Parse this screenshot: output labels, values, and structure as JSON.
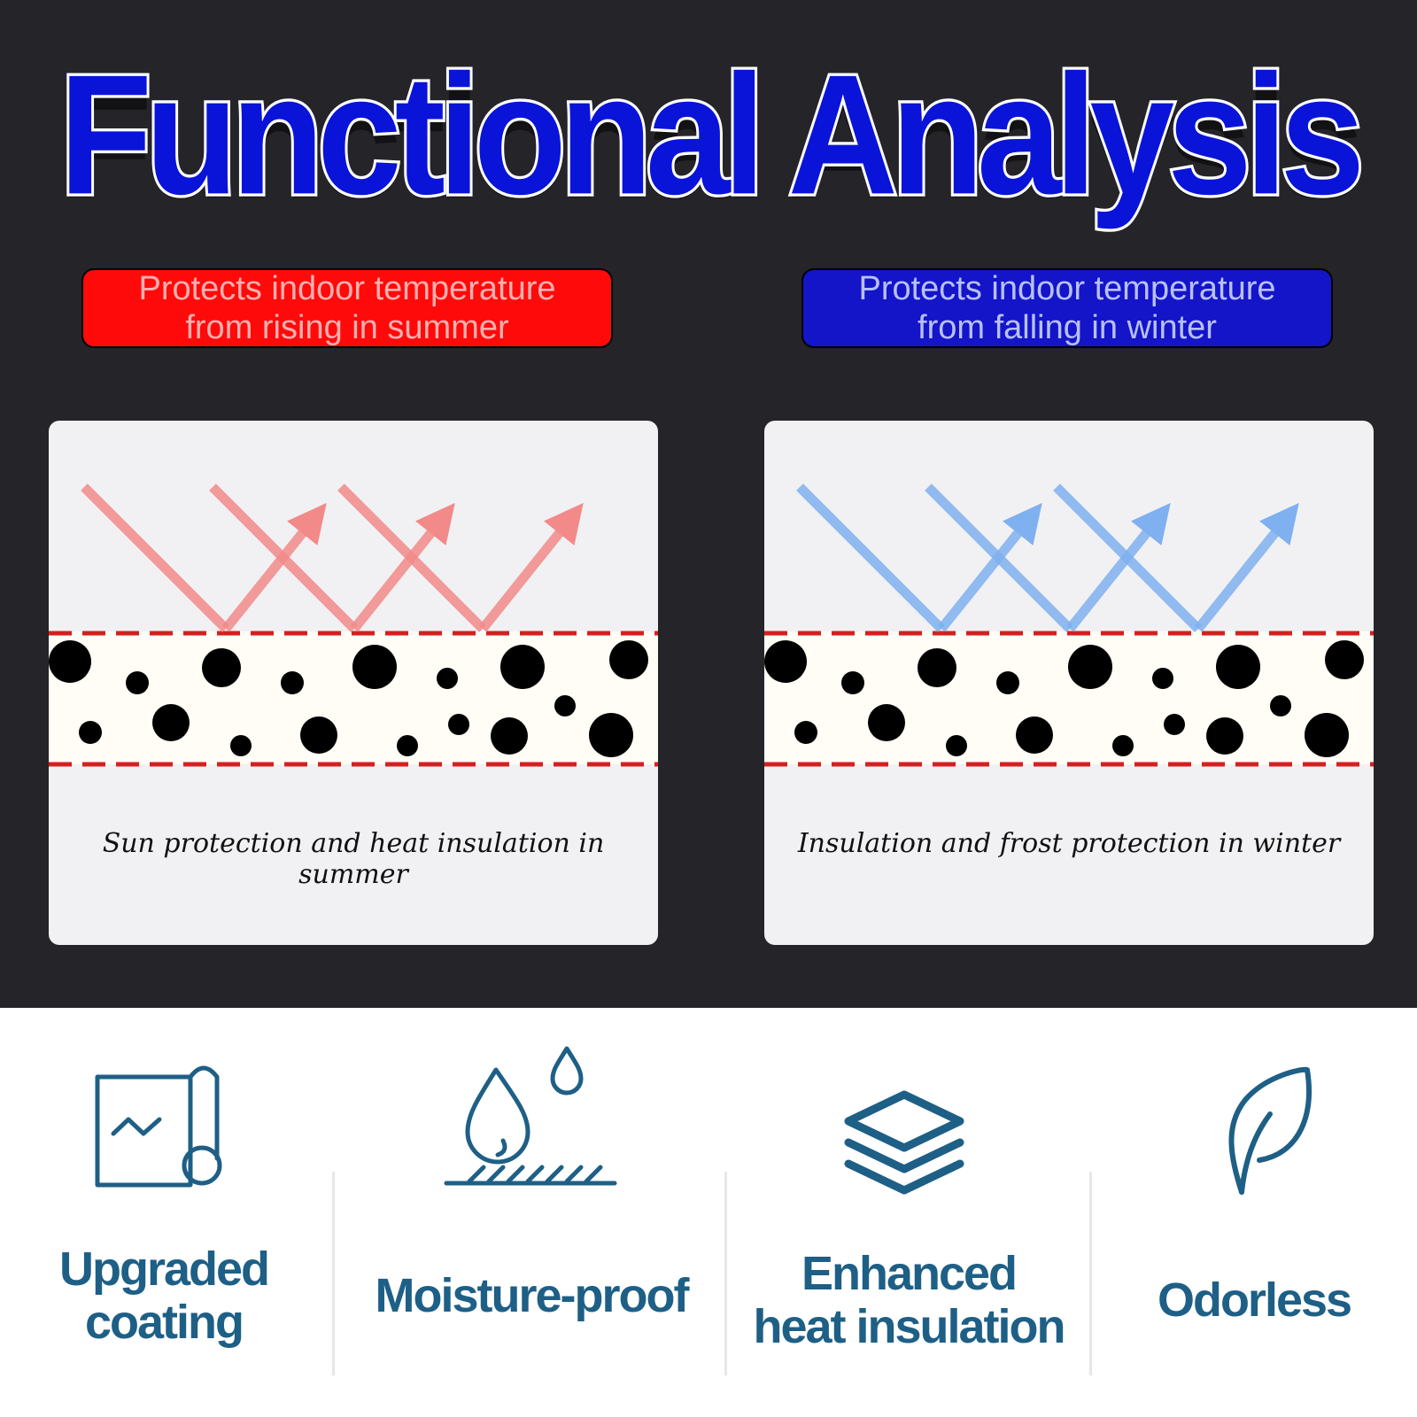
{
  "title": "Functional Analysis",
  "summer": {
    "banner_line1": "Protects indoor temperature",
    "banner_line2": "from rising in summer",
    "caption": "Sun protection and heat insulation in summer",
    "arrow_color": "#f28a8a"
  },
  "winter": {
    "banner_line1": "Protects indoor temperature",
    "banner_line2": "from falling in winter",
    "caption": "Insulation and frost protection in winter",
    "arrow_color": "#7fb0ef"
  },
  "colors": {
    "title_fill": "#0a14d8",
    "summer_banner": "#ff0a0a",
    "winter_banner": "#1414c8",
    "feature_text": "#1e5f86",
    "layer_dash": "#d42020"
  },
  "features": [
    {
      "icon": "coating-roll-icon",
      "line1": "Upgraded",
      "line2": "coating"
    },
    {
      "icon": "water-drops-icon",
      "line1": "Moisture-proof",
      "line2": ""
    },
    {
      "icon": "layers-stack-icon",
      "line1": "Enhanced",
      "line2": "heat insulation"
    },
    {
      "icon": "leaf-icon",
      "line1": "Odorless",
      "line2": ""
    }
  ]
}
